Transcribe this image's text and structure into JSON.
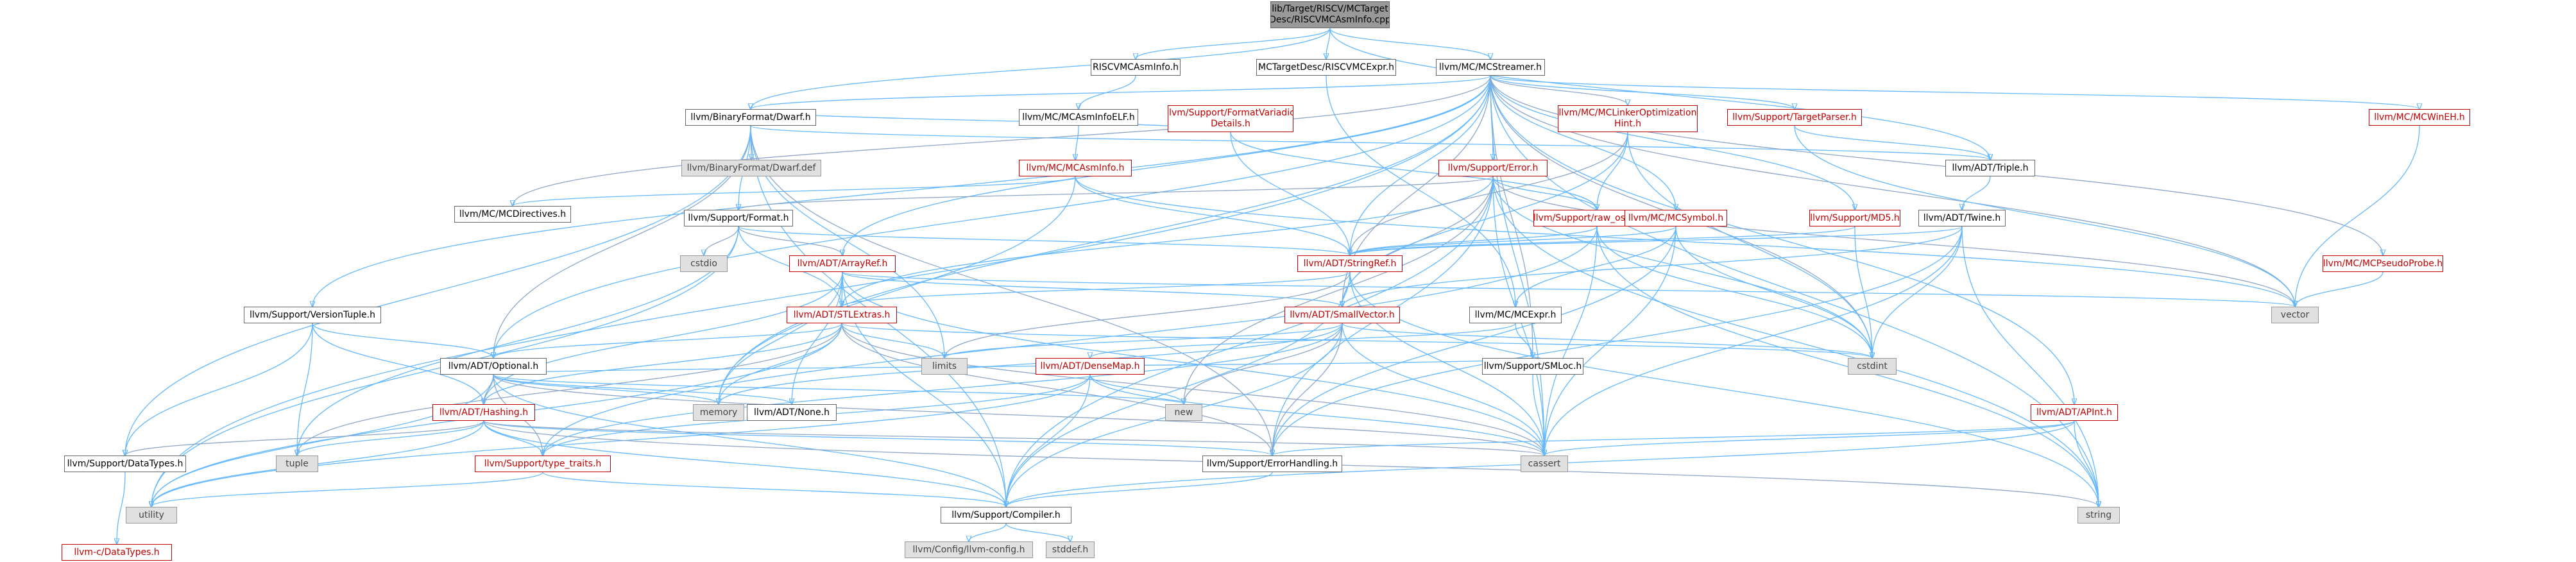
{
  "nodes": [
    {
      "id": "root",
      "lines": [
        "lib/Target/RISCV/MCTarget",
        "Desc/RISCVMCAsmInfo.cpp"
      ],
      "style": "root"
    },
    {
      "id": "riscvmcasminfo",
      "lines": [
        "RISCVMCAsmInfo.h"
      ],
      "style": "normal"
    },
    {
      "id": "riscvmcexpr",
      "lines": [
        "MCTargetDesc/RISCVMCExpr.h"
      ],
      "style": "normal"
    },
    {
      "id": "mcstreamer",
      "lines": [
        "llvm/MC/MCStreamer.h"
      ],
      "style": "normal"
    },
    {
      "id": "dwarf",
      "lines": [
        "llvm/BinaryFormat/Dwarf.h"
      ],
      "style": "normal"
    },
    {
      "id": "asminfoelf",
      "lines": [
        "llvm/MC/MCAsmInfoELF.h"
      ],
      "style": "normal"
    },
    {
      "id": "dwarfdef",
      "lines": [
        "llvm/BinaryFormat/Dwarf.def"
      ],
      "style": "gray"
    },
    {
      "id": "mcasminfo",
      "lines": [
        "llvm/MC/MCAsmInfo.h"
      ],
      "style": "red"
    },
    {
      "id": "formatvariadic",
      "lines": [
        "llvm/Support/FormatVariadic",
        "Details.h"
      ],
      "style": "red"
    },
    {
      "id": "supporterror",
      "lines": [
        "llvm/Support/Error.h"
      ],
      "style": "red"
    },
    {
      "id": "mclinker",
      "lines": [
        "llvm/MC/MCLinkerOptimization",
        "Hint.h"
      ],
      "style": "red"
    },
    {
      "id": "targetparser",
      "lines": [
        "llvm/Support/TargetParser.h"
      ],
      "style": "red"
    },
    {
      "id": "triple",
      "lines": [
        "llvm/ADT/Triple.h"
      ],
      "style": "normal"
    },
    {
      "id": "mcwineh",
      "lines": [
        "llvm/MC/MCWinEH.h"
      ],
      "style": "red"
    },
    {
      "id": "mcdirectives",
      "lines": [
        "llvm/MC/MCDirectives.h"
      ],
      "style": "normal"
    },
    {
      "id": "format",
      "lines": [
        "llvm/Support/Format.h"
      ],
      "style": "normal"
    },
    {
      "id": "rawostream",
      "lines": [
        "llvm/Support/raw_ostream.h"
      ],
      "style": "red"
    },
    {
      "id": "mcsymbol",
      "lines": [
        "llvm/MC/MCSymbol.h"
      ],
      "style": "red"
    },
    {
      "id": "md5",
      "lines": [
        "llvm/Support/MD5.h"
      ],
      "style": "red"
    },
    {
      "id": "twine",
      "lines": [
        "llvm/ADT/Twine.h"
      ],
      "style": "normal"
    },
    {
      "id": "cstdio",
      "lines": [
        "cstdio"
      ],
      "style": "gray"
    },
    {
      "id": "arrayref",
      "lines": [
        "llvm/ADT/ArrayRef.h"
      ],
      "style": "red"
    },
    {
      "id": "stringref",
      "lines": [
        "llvm/ADT/StringRef.h"
      ],
      "style": "red"
    },
    {
      "id": "mcpseudoprobe",
      "lines": [
        "llvm/MC/MCPseudoProbe.h"
      ],
      "style": "red"
    },
    {
      "id": "vector",
      "lines": [
        "vector"
      ],
      "style": "gray"
    },
    {
      "id": "versiontuple",
      "lines": [
        "llvm/Support/VersionTuple.h"
      ],
      "style": "normal"
    },
    {
      "id": "stlextras",
      "lines": [
        "llvm/ADT/STLExtras.h"
      ],
      "style": "red"
    },
    {
      "id": "smallvector",
      "lines": [
        "llvm/ADT/SmallVector.h"
      ],
      "style": "red"
    },
    {
      "id": "mcexpr",
      "lines": [
        "llvm/MC/MCExpr.h"
      ],
      "style": "normal"
    },
    {
      "id": "cstdint",
      "lines": [
        "cstdint"
      ],
      "style": "gray"
    },
    {
      "id": "limits",
      "lines": [
        "limits"
      ],
      "style": "gray"
    },
    {
      "id": "optional",
      "lines": [
        "llvm/ADT/Optional.h"
      ],
      "style": "normal"
    },
    {
      "id": "densemap",
      "lines": [
        "llvm/ADT/DenseMap.h"
      ],
      "style": "red"
    },
    {
      "id": "smloc",
      "lines": [
        "llvm/Support/SMLoc.h"
      ],
      "style": "normal"
    },
    {
      "id": "memory",
      "lines": [
        "memory"
      ],
      "style": "gray"
    },
    {
      "id": "adtnone",
      "lines": [
        "llvm/ADT/None.h"
      ],
      "style": "normal"
    },
    {
      "id": "new",
      "lines": [
        "new"
      ],
      "style": "gray"
    },
    {
      "id": "hashing",
      "lines": [
        "llvm/ADT/Hashing.h"
      ],
      "style": "red"
    },
    {
      "id": "apint",
      "lines": [
        "llvm/ADT/APInt.h"
      ],
      "style": "red"
    },
    {
      "id": "tuple",
      "lines": [
        "tuple"
      ],
      "style": "gray"
    },
    {
      "id": "datatypes",
      "lines": [
        "llvm/Support/DataTypes.h"
      ],
      "style": "normal"
    },
    {
      "id": "typetraits",
      "lines": [
        "llvm/Support/type_traits.h"
      ],
      "style": "red"
    },
    {
      "id": "errorhandling",
      "lines": [
        "llvm/Support/ErrorHandling.h"
      ],
      "style": "normal"
    },
    {
      "id": "cassert",
      "lines": [
        "cassert"
      ],
      "style": "gray"
    },
    {
      "id": "utility",
      "lines": [
        "utility"
      ],
      "style": "gray"
    },
    {
      "id": "string",
      "lines": [
        "string"
      ],
      "style": "gray"
    },
    {
      "id": "compiler",
      "lines": [
        "llvm/Support/Compiler.h"
      ],
      "style": "normal"
    },
    {
      "id": "cdatatypes",
      "lines": [
        "llvm-c/DataTypes.h"
      ],
      "style": "red"
    },
    {
      "id": "llvmconfig",
      "lines": [
        "llvm/Config/llvm-config.h"
      ],
      "style": "gray"
    },
    {
      "id": "stddef",
      "lines": [
        "stddef.h"
      ],
      "style": "gray"
    }
  ],
  "edges": [
    [
      "root",
      "riscvmcasminfo"
    ],
    [
      "root",
      "riscvmcexpr"
    ],
    [
      "root",
      "mcstreamer"
    ],
    [
      "root",
      "dwarf"
    ],
    [
      "root",
      "triple"
    ],
    [
      "riscvmcasminfo",
      "asminfoelf"
    ],
    [
      "asminfoelf",
      "mcasminfo"
    ],
    [
      "mcasminfo",
      "mcdirectives"
    ],
    [
      "mcasminfo",
      "stringref"
    ],
    [
      "mcasminfo",
      "vector"
    ],
    [
      "mcasminfo",
      "memory"
    ],
    [
      "riscvmcexpr",
      "mcexpr"
    ],
    [
      "dwarf",
      "dwarfdef"
    ],
    [
      "dwarf",
      "formatvariadic"
    ],
    [
      "dwarf",
      "format"
    ],
    [
      "dwarf",
      "optional"
    ],
    [
      "dwarf",
      "triple"
    ],
    [
      "dwarf",
      "datatypes"
    ],
    [
      "dwarf",
      "errorhandling"
    ],
    [
      "dwarf",
      "compiler"
    ],
    [
      "dwarf",
      "limits"
    ],
    [
      "formatvariadic",
      "rawostream"
    ],
    [
      "formatvariadic",
      "stringref"
    ],
    [
      "mcstreamer",
      "supporterror"
    ],
    [
      "mcstreamer",
      "mclinker"
    ],
    [
      "mcstreamer",
      "targetparser"
    ],
    [
      "mcstreamer",
      "mcwineh"
    ],
    [
      "mcstreamer",
      "mcdirectives"
    ],
    [
      "mcstreamer",
      "mcsymbol"
    ],
    [
      "mcstreamer",
      "md5"
    ],
    [
      "mcstreamer",
      "mcpseudoprobe"
    ],
    [
      "mcstreamer",
      "arrayref"
    ],
    [
      "mcstreamer",
      "stringref"
    ],
    [
      "mcstreamer",
      "smallvector"
    ],
    [
      "mcstreamer",
      "optional"
    ],
    [
      "mcstreamer",
      "versiontuple"
    ],
    [
      "mcstreamer",
      "smloc"
    ],
    [
      "mcstreamer",
      "apint"
    ],
    [
      "mcstreamer",
      "dwarf"
    ],
    [
      "mcstreamer",
      "vector"
    ],
    [
      "mcstreamer",
      "string"
    ],
    [
      "mcstreamer",
      "cassert"
    ],
    [
      "mcstreamer",
      "cstdint"
    ],
    [
      "mcstreamer",
      "utility"
    ],
    [
      "mcstreamer",
      "memory"
    ],
    [
      "supporterror",
      "format"
    ],
    [
      "supporterror",
      "rawostream"
    ],
    [
      "supporterror",
      "stlextras"
    ],
    [
      "supporterror",
      "smallvector"
    ],
    [
      "supporterror",
      "errorhandling"
    ],
    [
      "supporterror",
      "string"
    ],
    [
      "supporterror",
      "new"
    ],
    [
      "supporterror",
      "cassert"
    ],
    [
      "supporterror",
      "cstdint"
    ],
    [
      "supporterror",
      "vector"
    ],
    [
      "supporterror",
      "compiler"
    ],
    [
      "mclinker",
      "rawostream"
    ],
    [
      "mclinker",
      "stringref"
    ],
    [
      "mclinker",
      "smallvector"
    ],
    [
      "mclinker",
      "cstdint"
    ],
    [
      "targetparser",
      "triple"
    ],
    [
      "targetparser",
      "vector"
    ],
    [
      "triple",
      "twine"
    ],
    [
      "twine",
      "stringref"
    ],
    [
      "twine",
      "smallvector"
    ],
    [
      "twine",
      "cassert"
    ],
    [
      "twine",
      "cstdint"
    ],
    [
      "twine",
      "string"
    ],
    [
      "twine",
      "errorhandling"
    ],
    [
      "format",
      "arrayref"
    ],
    [
      "format",
      "stlextras"
    ],
    [
      "format",
      "stringref"
    ],
    [
      "format",
      "cstdio"
    ],
    [
      "format",
      "tuple"
    ],
    [
      "format",
      "utility"
    ],
    [
      "rawostream",
      "stringref"
    ],
    [
      "rawostream",
      "cassert"
    ],
    [
      "rawostream",
      "cstdint"
    ],
    [
      "rawostream",
      "string"
    ],
    [
      "rawostream",
      "typetraits"
    ],
    [
      "mcsymbol",
      "stringref"
    ],
    [
      "mcsymbol",
      "mcexpr"
    ],
    [
      "mcsymbol",
      "errorhandling"
    ],
    [
      "mcsymbol",
      "cassert"
    ],
    [
      "mcsymbol",
      "cstdint"
    ],
    [
      "md5",
      "stringref"
    ],
    [
      "md5",
      "cstdint"
    ],
    [
      "mcwineh",
      "vector"
    ],
    [
      "mcpseudoprobe",
      "vector"
    ],
    [
      "arrayref",
      "hashing"
    ],
    [
      "arrayref",
      "smallvector"
    ],
    [
      "arrayref",
      "stlextras"
    ],
    [
      "arrayref",
      "compiler"
    ],
    [
      "arrayref",
      "cassert"
    ],
    [
      "arrayref",
      "memory"
    ],
    [
      "arrayref",
      "adtnone"
    ],
    [
      "arrayref",
      "vector"
    ],
    [
      "stringref",
      "stlextras"
    ],
    [
      "stringref",
      "compiler"
    ],
    [
      "stringref",
      "limits"
    ],
    [
      "stringref",
      "cassert"
    ],
    [
      "stringref",
      "string"
    ],
    [
      "versiontuple",
      "optional"
    ],
    [
      "versiontuple",
      "hashing"
    ],
    [
      "versiontuple",
      "datatypes"
    ],
    [
      "versiontuple",
      "tuple"
    ],
    [
      "stlextras",
      "optional"
    ],
    [
      "stlextras",
      "hashing"
    ],
    [
      "stlextras",
      "errorhandling"
    ],
    [
      "stlextras",
      "limits"
    ],
    [
      "stlextras",
      "memory"
    ],
    [
      "stlextras",
      "tuple"
    ],
    [
      "stlextras",
      "utility"
    ],
    [
      "stlextras",
      "cstdint"
    ],
    [
      "stlextras",
      "cassert"
    ],
    [
      "smallvector",
      "compiler"
    ],
    [
      "smallvector",
      "typetraits"
    ],
    [
      "smallvector",
      "errorhandling"
    ],
    [
      "smallvector",
      "limits"
    ],
    [
      "smallvector",
      "memory"
    ],
    [
      "smallvector",
      "new"
    ],
    [
      "smallvector",
      "cassert"
    ],
    [
      "smallvector",
      "cstdint"
    ],
    [
      "mcexpr",
      "smloc"
    ],
    [
      "mcexpr",
      "densemap"
    ],
    [
      "smloc",
      "optional"
    ],
    [
      "smloc",
      "cassert"
    ],
    [
      "densemap",
      "compiler"
    ],
    [
      "densemap",
      "typetraits"
    ],
    [
      "densemap",
      "new"
    ],
    [
      "densemap",
      "cassert"
    ],
    [
      "densemap",
      "utility"
    ],
    [
      "optional",
      "hashing"
    ],
    [
      "optional",
      "adtnone"
    ],
    [
      "optional",
      "compiler"
    ],
    [
      "optional",
      "typetraits"
    ],
    [
      "optional",
      "memory"
    ],
    [
      "optional",
      "new"
    ],
    [
      "optional",
      "cassert"
    ],
    [
      "optional",
      "utility"
    ],
    [
      "hashing",
      "errorhandling"
    ],
    [
      "hashing",
      "datatypes"
    ],
    [
      "hashing",
      "typetraits"
    ],
    [
      "hashing",
      "compiler"
    ],
    [
      "hashing",
      "string"
    ],
    [
      "hashing",
      "tuple"
    ],
    [
      "hashing",
      "utility"
    ],
    [
      "hashing",
      "cassert"
    ],
    [
      "apint",
      "compiler"
    ],
    [
      "apint",
      "cassert"
    ],
    [
      "apint",
      "string"
    ],
    [
      "apint",
      "errorhandling"
    ],
    [
      "datatypes",
      "cdatatypes"
    ],
    [
      "typetraits",
      "compiler"
    ],
    [
      "typetraits",
      "utility"
    ],
    [
      "errorhandling",
      "compiler"
    ],
    [
      "compiler",
      "llvmconfig"
    ],
    [
      "compiler",
      "stddef"
    ]
  ]
}
